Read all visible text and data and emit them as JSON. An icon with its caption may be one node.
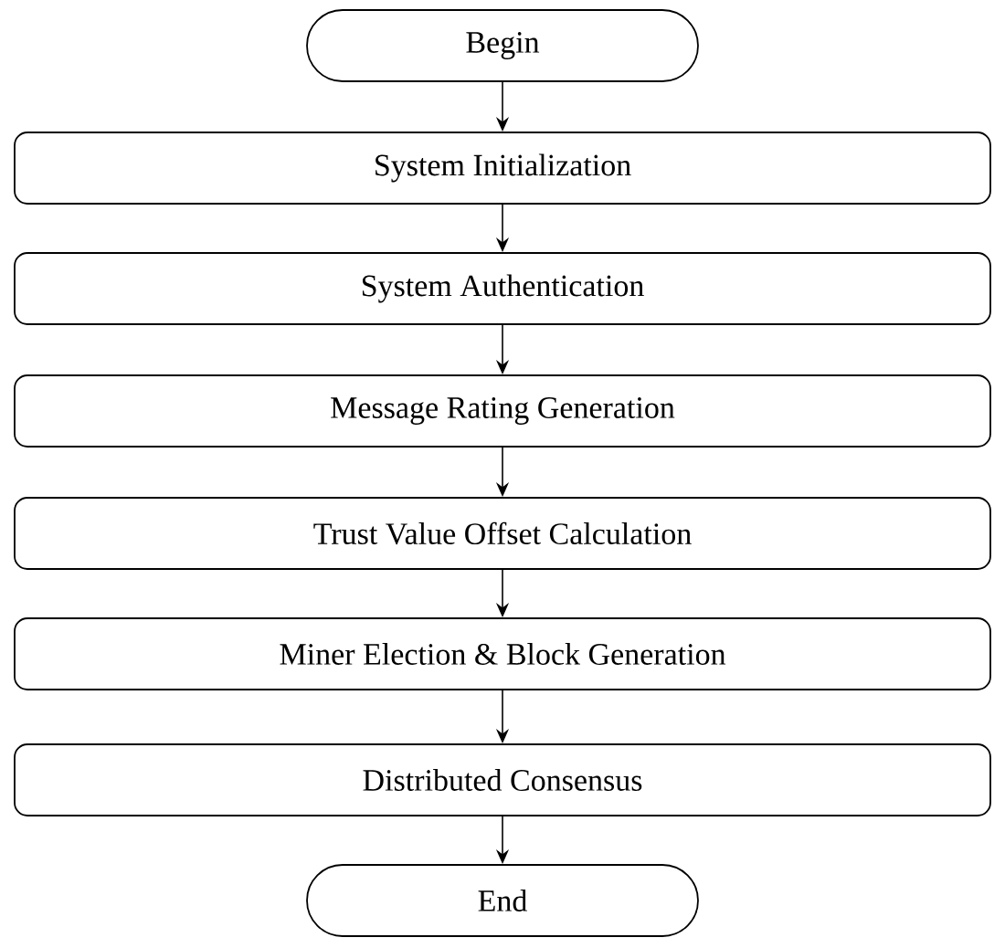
{
  "diagram": {
    "nodes": [
      {
        "text": [
          "Begin"
        ]
      },
      {
        "text": [
          "System Initialization"
        ]
      },
      {
        "text": [
          "System Authentication"
        ]
      },
      {
        "text": [
          "Message Rating Generation"
        ]
      },
      {
        "text": [
          "Trust Value Offset Calculation"
        ]
      },
      {
        "text": [
          "Miner Election & Block Generation"
        ]
      },
      {
        "text": [
          "Distributed Consensus"
        ]
      },
      {
        "text": [
          "End"
        ]
      }
    ],
    "edges": [
      {
        "from": 0,
        "to": 1,
        "arrow": "to"
      },
      {
        "from": 1,
        "to": 2,
        "arrow": "to"
      },
      {
        "from": 2,
        "to": 3,
        "arrow": "to"
      },
      {
        "from": 3,
        "to": 4,
        "arrow": "to"
      },
      {
        "from": 4,
        "to": 5,
        "arrow": "to"
      },
      {
        "from": 5,
        "to": 6,
        "arrow": "to"
      },
      {
        "from": 6,
        "to": 7,
        "arrow": "to"
      }
    ]
  }
}
